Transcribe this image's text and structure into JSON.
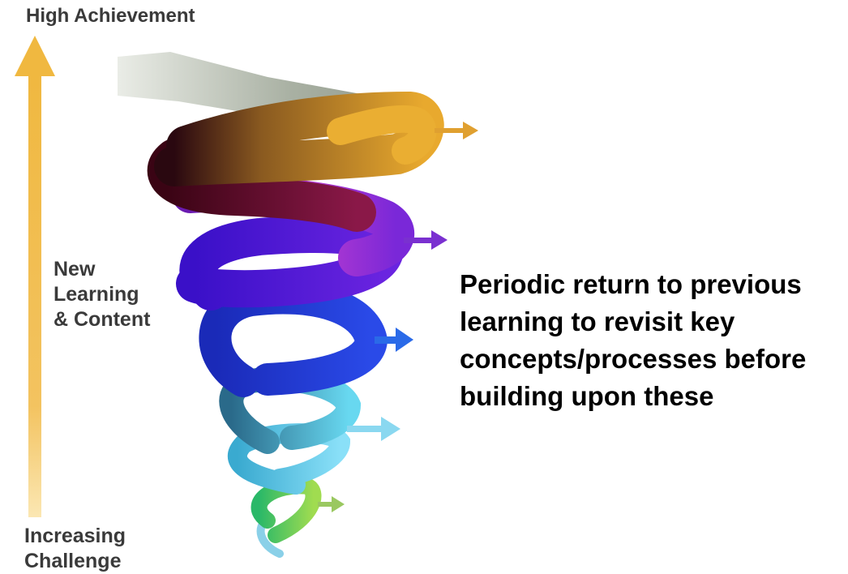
{
  "axis": {
    "top_label": "High Achievement",
    "middle_label": [
      "New",
      "Learning",
      "& Content"
    ],
    "bottom_label": [
      "Increasing",
      "Challenge"
    ],
    "arrow_color": "#f0b840"
  },
  "caption": {
    "lines": [
      "Periodic return to previous",
      "learning to revisit key",
      "concepts/processes before",
      "building upon these"
    ],
    "color": "#000000"
  },
  "spiral": {
    "colors": [
      "#9bdc5a",
      "#5ed3f0",
      "#2246e0",
      "#5a1fd8",
      "#b03fd0",
      "#6a1020",
      "#e0a030",
      "#8a9280"
    ]
  },
  "side_arrows": {
    "colors": [
      "#e0a030",
      "#7a30d0",
      "#2a6ae8",
      "#8ad8f0",
      "#9ac860"
    ]
  }
}
